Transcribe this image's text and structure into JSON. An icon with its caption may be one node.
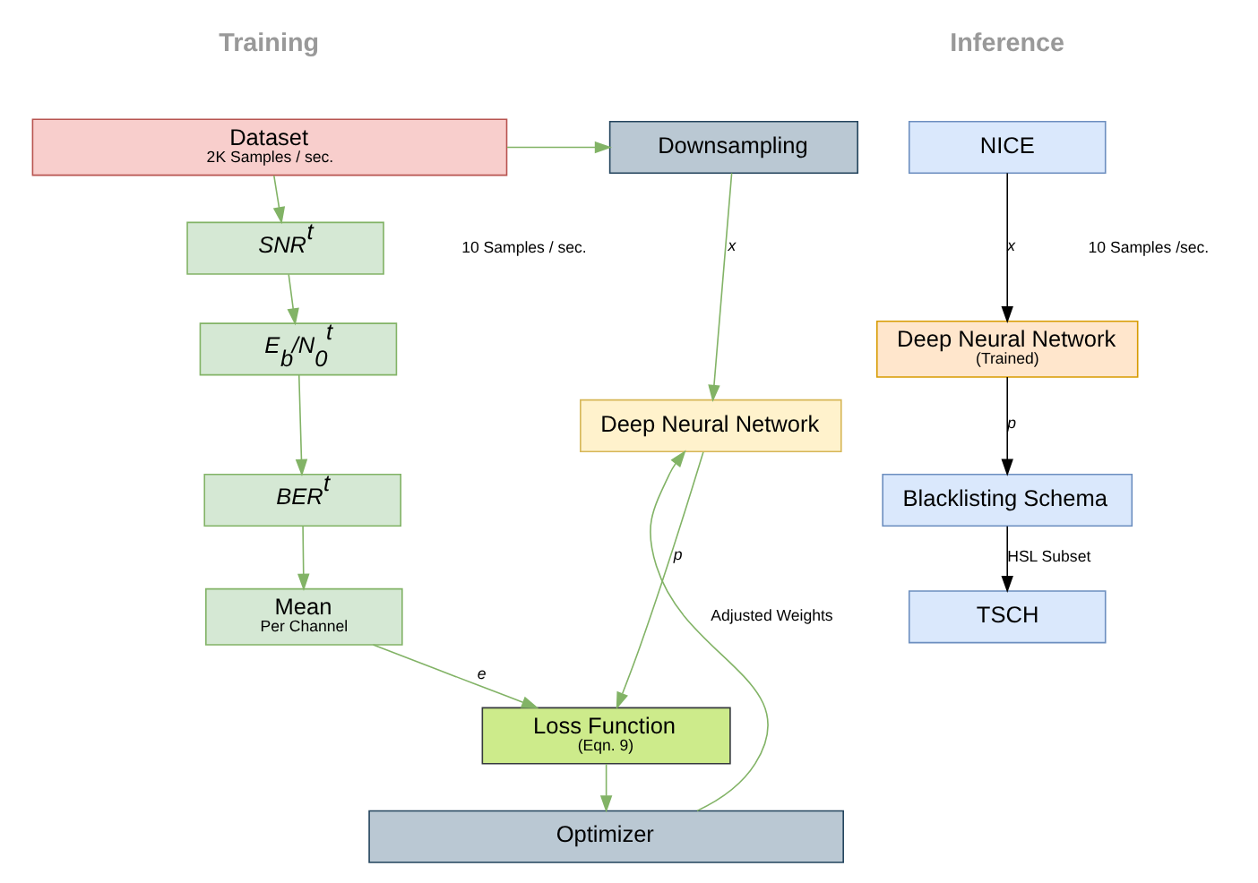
{
  "diagram": {
    "nodes": [
      {
        "text": [
          "Dataset",
          "2K Samples / sec."
        ]
      },
      {
        "text": [
          "SNR$^{t}$"
        ]
      },
      {
        "text": [
          "E$_{b}$/N$_{0}$$^{t}$"
        ]
      },
      {
        "text": [
          "BER$^{t}$"
        ]
      },
      {
        "text": [
          "Mean",
          "Per Channel"
        ]
      },
      {
        "text": [
          "Downsampling"
        ]
      },
      {
        "text": [
          "Deep Neural Network"
        ]
      },
      {
        "text": [
          "Loss Function",
          "(Eqn. 9)"
        ]
      },
      {
        "text": [
          "Optimizer"
        ]
      },
      {
        "text": [
          "NICE"
        ]
      },
      {
        "text": [
          "Deep Neural Network",
          "(Trained)"
        ]
      },
      {
        "text": [
          "Blacklisting Schema"
        ]
      },
      {
        "text": [
          "TSCH"
        ]
      }
    ],
    "edges": [
      {
        "from": 0,
        "to": 1,
        "arrow": "to"
      },
      {
        "from": 0,
        "to": 5,
        "arrow": "to"
      },
      {
        "from": 1,
        "to": 2,
        "arrow": "to"
      },
      {
        "from": 2,
        "to": 3,
        "arrow": "to"
      },
      {
        "from": 3,
        "to": 4,
        "arrow": "to"
      },
      {
        "from": 5,
        "to": 6,
        "arrow": "to",
        "label": "x"
      },
      {
        "from": 6,
        "to": 7,
        "arrow": "to",
        "label": "p"
      },
      {
        "from": 4,
        "to": 7,
        "arrow": "to",
        "label": "e"
      },
      {
        "from": 7,
        "to": 8,
        "arrow": "to"
      },
      {
        "from": 8,
        "to": 6,
        "arrow": "to",
        "label": "Adjusted Weights"
      },
      {
        "from": 9,
        "to": 10,
        "arrow": "to",
        "label": "x",
        "color": "#000000"
      },
      {
        "from": 10,
        "to": 11,
        "arrow": "to",
        "label": "p",
        "color": "#000000"
      },
      {
        "from": 11,
        "to": 12,
        "arrow": "to",
        "label": "HSL Subset",
        "color": "#000000"
      }
    ],
    "labels": [
      "Training",
      "Inference",
      "10 Samples / sec.",
      "10 Samples /sec."
    ]
  }
}
